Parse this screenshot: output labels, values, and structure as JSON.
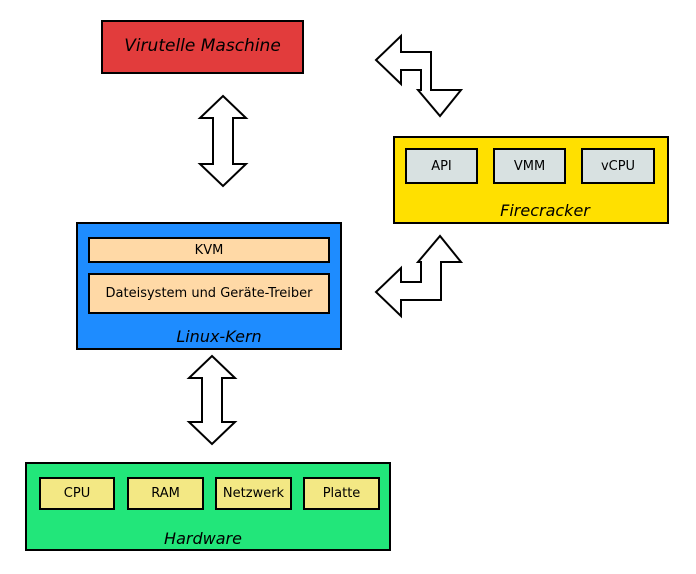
{
  "colors": {
    "vm": "#e23c3c",
    "firecracker": "#ffe000",
    "kernel": "#1e8cff",
    "hardware": "#22e67a",
    "kernel_chip": "#ffd9a6",
    "firecracker_chip": "#d8e1e1",
    "hardware_chip": "#f3e884"
  },
  "vm": {
    "label": "Virutelle Maschine"
  },
  "firecracker": {
    "label": "Firecracker",
    "components": [
      "API",
      "VMM",
      "vCPU"
    ]
  },
  "kernel": {
    "label": "Linux-Kern",
    "components": [
      "KVM",
      "Dateisystem und Geräte-Treiber"
    ]
  },
  "hardware": {
    "label": "Hardware",
    "components": [
      "CPU",
      "RAM",
      "Netzwerk",
      "Platte"
    ]
  }
}
